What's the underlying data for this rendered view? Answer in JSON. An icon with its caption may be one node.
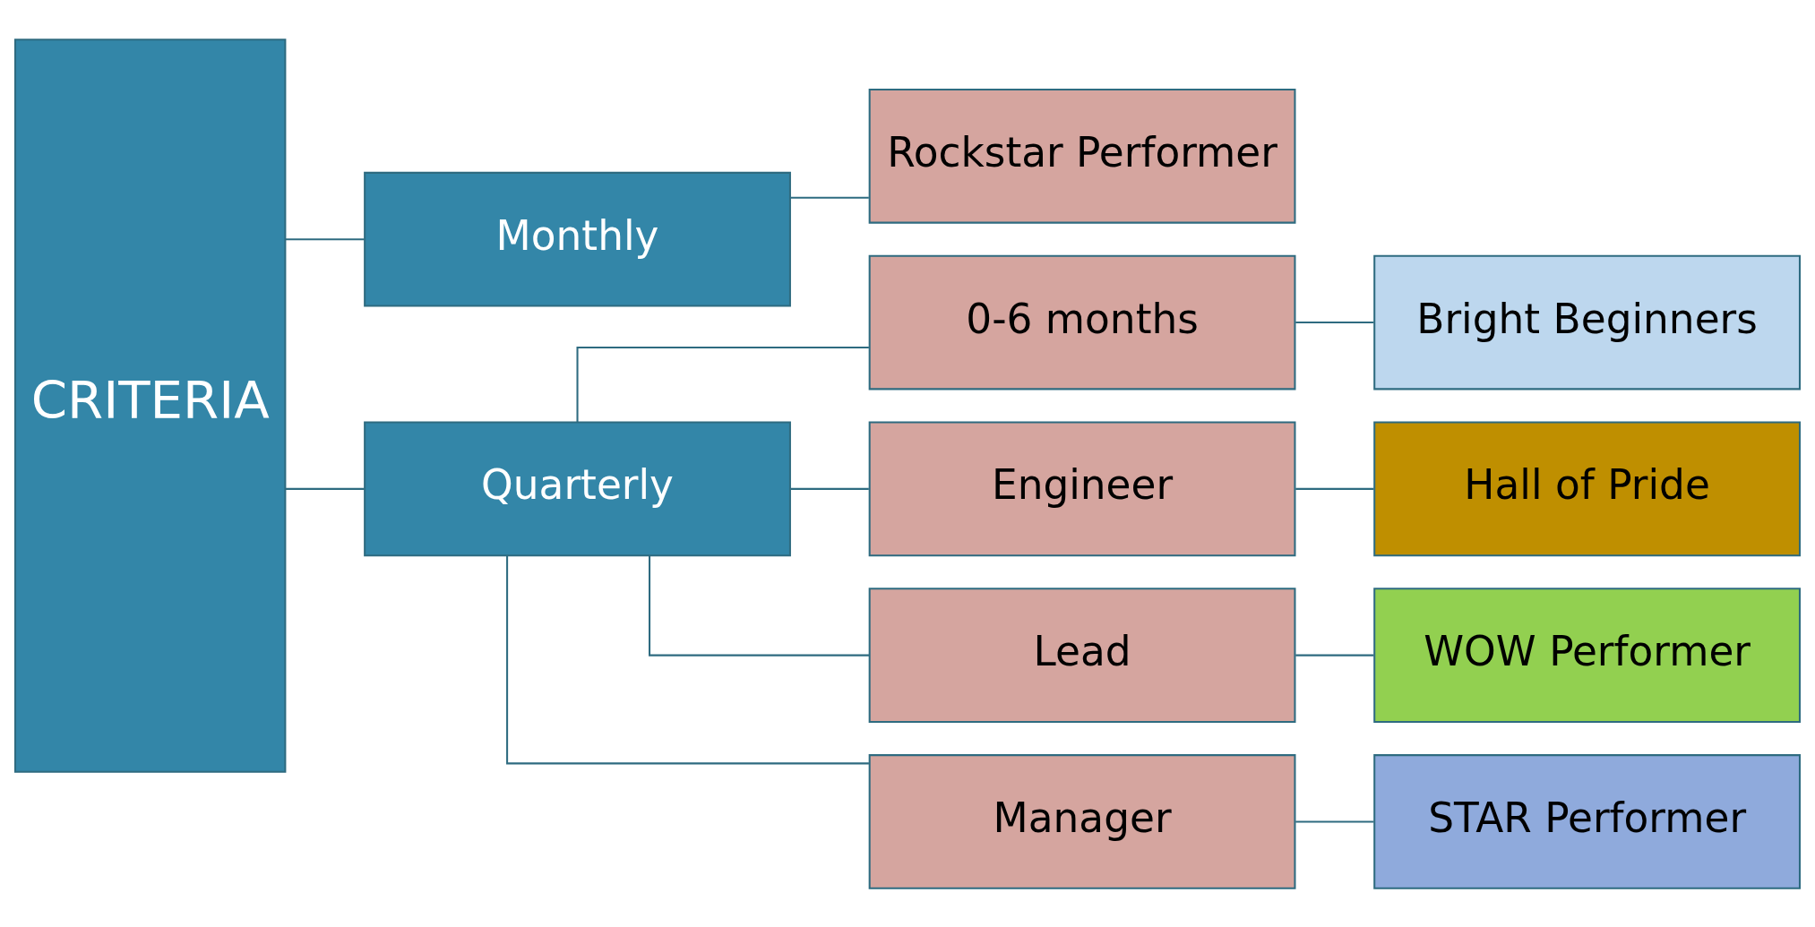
{
  "diagram": {
    "nodes": [
      {
        "text": [
          "CRITERIA"
        ]
      },
      {
        "text": [
          "Monthly"
        ]
      },
      {
        "text": [
          "Rockstar Performer"
        ]
      },
      {
        "text": [
          "Quarterly"
        ]
      },
      {
        "text": [
          "0-6 months"
        ]
      },
      {
        "text": [
          "Bright Beginners"
        ]
      },
      {
        "text": [
          "Engineer"
        ]
      },
      {
        "text": [
          "Hall of Pride"
        ]
      },
      {
        "text": [
          "Lead"
        ]
      },
      {
        "text": [
          "WOW Performer"
        ]
      },
      {
        "text": [
          "Manager"
        ]
      },
      {
        "text": [
          "STAR Performer"
        ]
      }
    ],
    "edges": [
      {
        "from": 0,
        "to": 1,
        "arrow": "none"
      },
      {
        "from": 0,
        "to": 3,
        "arrow": "none"
      },
      {
        "from": 1,
        "to": 2,
        "arrow": "none"
      },
      {
        "from": 3,
        "to": 4,
        "arrow": "none"
      },
      {
        "from": 3,
        "to": 6,
        "arrow": "none"
      },
      {
        "from": 3,
        "to": 8,
        "arrow": "none"
      },
      {
        "from": 3,
        "to": 10,
        "arrow": "none"
      },
      {
        "from": 4,
        "to": 5,
        "arrow": "none"
      },
      {
        "from": 6,
        "to": 7,
        "arrow": "none"
      },
      {
        "from": 8,
        "to": 9,
        "arrow": "none"
      },
      {
        "from": 10,
        "to": 11,
        "arrow": "none"
      }
    ]
  }
}
